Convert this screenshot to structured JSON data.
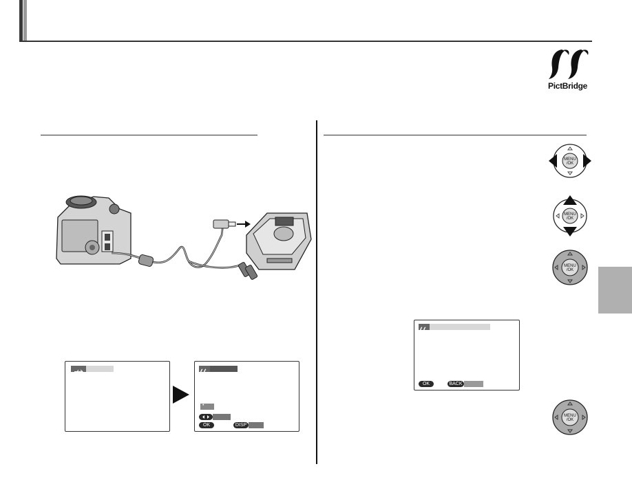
{
  "logo": {
    "text": "PictBridge"
  },
  "screen_prompt": {
    "ok": "OK",
    "back": "BACK"
  },
  "screen_usb": {},
  "screen_pictbridge": {
    "ok": "OK",
    "disp": "DISP"
  },
  "icons": {
    "dpad": "four-way-control-icon",
    "camera": "camera-connection-illustration",
    "arrow": "right-arrow-icon"
  },
  "colors": {
    "tab": "#b0b0b0",
    "rule": "#333333"
  }
}
